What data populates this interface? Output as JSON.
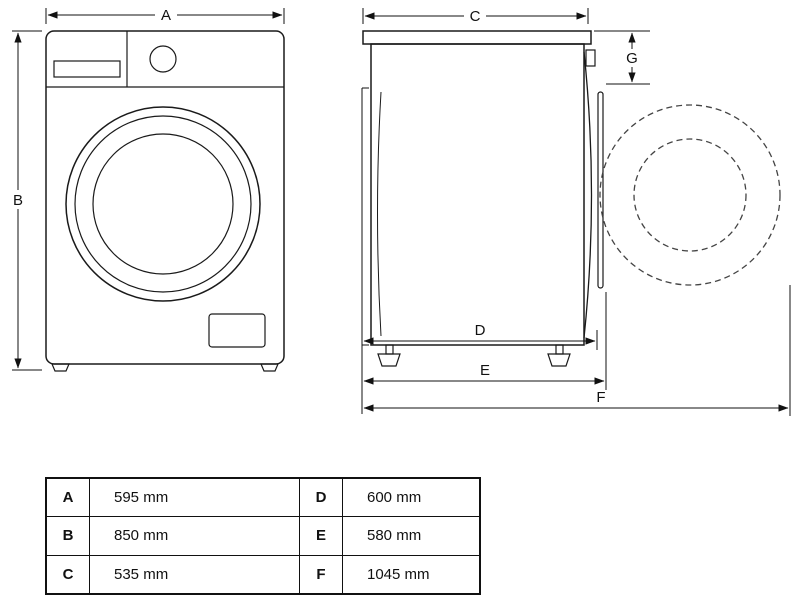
{
  "diagram": {
    "dim_labels": {
      "A": "A",
      "B": "B",
      "C": "C",
      "D": "D",
      "E": "E",
      "F": "F",
      "G": "G"
    }
  },
  "table": {
    "rows": [
      {
        "key1": "A",
        "val1": "595 mm",
        "key2": "D",
        "val2": "600 mm"
      },
      {
        "key1": "B",
        "val1": "850 mm",
        "key2": "E",
        "val2": "580 mm"
      },
      {
        "key1": "C",
        "val1": "535 mm",
        "key2": "F",
        "val2": "1045 mm"
      }
    ]
  }
}
